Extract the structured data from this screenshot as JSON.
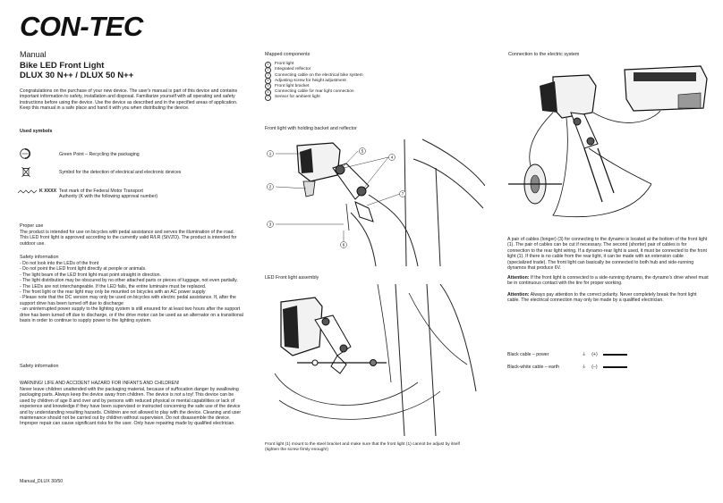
{
  "brand": "CON-TEC",
  "doc": {
    "manual_label": "Manual",
    "title_line1": "Bike LED Front Light",
    "title_line2": "DLUX 30 N++ / DLUX 50 N++",
    "intro": "Congratulations on the purchase of your new device. The user's manual is part of this device and contains important information to safety, installation and disposal. Familiarize yourself with all operating and safety instructions before using the device. Use the device as described and in the specified areas of application. Keep this manual in a safe place and hand it with you when distributing the device.",
    "used_symbols_heading": "Used symbols",
    "symbols": [
      {
        "icon": "green-point-icon",
        "text": "Green Point – Recycling the packaging"
      },
      {
        "icon": "crossed-bin-icon",
        "text": "Symbol for the detection of electrical and electronic devices"
      },
      {
        "icon": "approval-mark-icon",
        "mark": "K XXXX",
        "text": "Test mark of the Federal Motor Transport Authority (K with the following approval number)"
      }
    ],
    "proper_use_heading": "Proper use",
    "proper_use": "The product is intended for use on bicycles with pedal assistance and serves the illumination of the road. This LED front light is approved according to the currently valid R/LR (StVZO). The product is intended for outdoor use.",
    "safety_info_heading": "Safety information",
    "safety_items": [
      "- Do not look into the LEDs of the front",
      "- Do not point the LED front light directly at people or animals.",
      "- The light beam of the LED front light must point straight in direction.",
      "- The light distribution may be obscured by no other attached parts or pieces of luggage, not even partially.",
      "- The LEDs are not interchangeable. If the LED fails, the entire luminaire must be replaced.",
      "- The front light or the rear light may only be mounted on bicycles with an AC power supply",
      "- Please note that the DC version may only be used on bicycles with electric pedal assistance. If, after the support drive has been turned off due to discharge",
      "- an uninterrupted power supply to the lighting system is still ensured for at least two hours after the support drive has been turned off due to discharge, or if the drive motor can be used as an alternator on a transitional basis in order to continue to supply power to the lighting system."
    ],
    "safety_info_heading2": "Safety information",
    "warning_heading": "WARNING! LIFE AND ACCIDENT HAZARD FOR INFANTS AND CHILDREN!",
    "warning_text": "Never leave children unattended with the packaging material, because of suffocation danger by swallowing packaging parts. Always keep the device away from children. The device is not a toy! This device can be used by children of age 8 and over and by persons with reduced physical or mental capabilities or lack of experience and knowledge if they have been supervised or instructed concerning the safe use of the device and by understanding resulting hazards. Children are not allowed to play with the device. Cleaning and user maintenance should not be carried out by children without supervision. Do not disassemble the device. Improper repair can cause significant risks for the user. Only have repairing made by qualified electrician.",
    "footer": "Manual_DLUX 30/50"
  },
  "middle": {
    "mapped_heading": "Mapped components",
    "components": [
      {
        "n": "1",
        "label": "Front light"
      },
      {
        "n": "2",
        "label": "Integrated reflector"
      },
      {
        "n": "3",
        "label": "Connecting cable on the electrical bike system"
      },
      {
        "n": "4",
        "label": "Adjusting screw for height adjustment"
      },
      {
        "n": "5",
        "label": "Front light bracket"
      },
      {
        "n": "6",
        "label": "Connecting cable for rear light connection"
      },
      {
        "n": "7",
        "label": "Sensor for ambient light"
      }
    ],
    "fig1_caption": "Front light with holding backet and reflector",
    "fig1_callouts": [
      "1",
      "2",
      "3",
      "4",
      "5",
      "6",
      "7"
    ],
    "fig2_caption": "LED Front light assembly",
    "fig2_note": "Front light (1) mount to the steel bracket and make sure that the front light (1) cannot be adjust by itself (tighten the screw firmly enough!)"
  },
  "right": {
    "heading": "Connection to the electric system",
    "para1": "A pair of cables (longer) (3) for connecting to the dynamo is located at the bottom of the front light (1). The pair of cables can be cut if necessary. The second (shorter) pair of cables is for connection to the rear light wiring. If a dynamo-rear light is used, it must be connected to the front light (1). If there is no cable from the rear light, it can be made with an extension cable (specialized trade). The front light can basically be connected to both hub and side-running dynamos that produce 6V.",
    "attention1_label": "Attention:",
    "attention1": " If the front light is connected to a side-running dynamo, the dynamo's drive wheel must be in continuous contact with the tire for proper working.",
    "attention2_label": "Attention:",
    "attention2": " Always pay attention to the correct polarity. Never completely break the front light cable. The electrical connection may only be made by a qualified electrician.",
    "cables": [
      {
        "label": "Black cable – power",
        "symbol": "(+)",
        "icon": "power-icon"
      },
      {
        "label": "Black-white cable – earth",
        "symbol": "(–)",
        "icon": "earth-icon"
      }
    ]
  }
}
